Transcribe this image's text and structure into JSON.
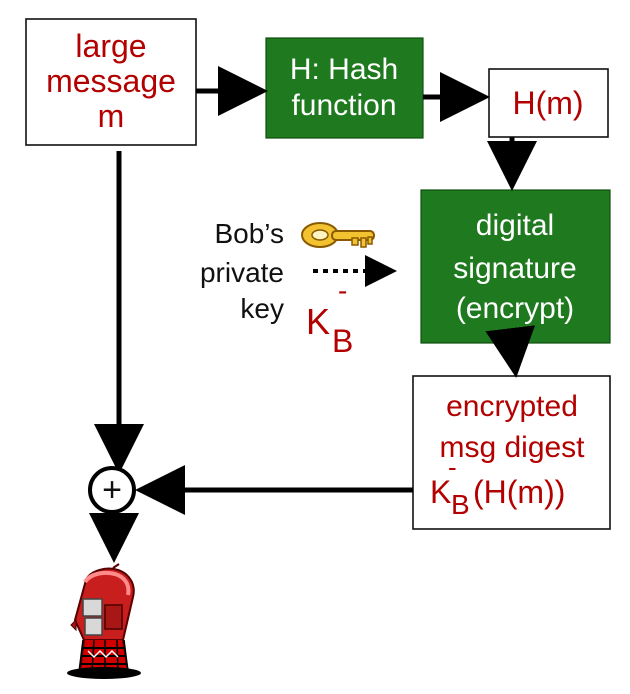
{
  "colors": {
    "green": "#1f7a1f",
    "red_text": "#b30000",
    "black": "#000000",
    "key_gold": "#f2c230",
    "mailbox_red": "#c81e1e"
  },
  "boxes": {
    "message": {
      "line1": "large",
      "line2": "message",
      "line3": "m"
    },
    "hash": {
      "line1": "H: Hash",
      "line2": "function"
    },
    "hm": {
      "text": "H(m)"
    },
    "signature": {
      "line1": "digital",
      "line2": "signature",
      "line3": "(encrypt)"
    },
    "digest": {
      "line1": "encrypted",
      "line2": "msg digest",
      "kb": "K",
      "kb_sub": "B",
      "kb_sup": "-",
      "kb_rest": "(H(m))"
    }
  },
  "key_label": {
    "line1": "Bob’s",
    "line2": "private",
    "line3": "key",
    "k": "K",
    "k_sub": "B",
    "k_sup": "-"
  },
  "combiner": {
    "symbol": "+"
  },
  "icons": {
    "key": "key-icon",
    "mailbox": "mailbox-icon"
  }
}
